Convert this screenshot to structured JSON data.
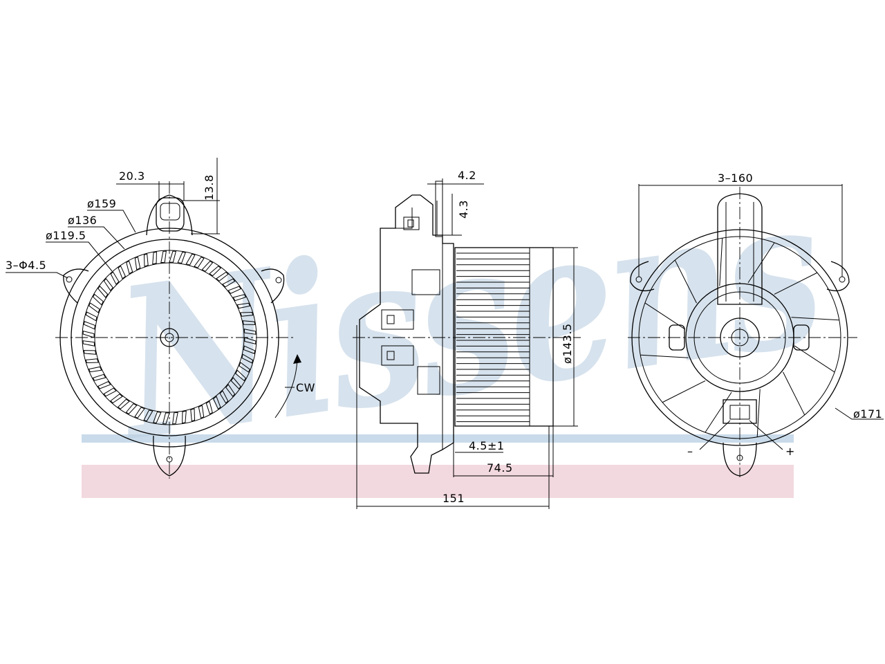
{
  "watermark": {
    "brand": "Nissens",
    "colors": {
      "text": "#bcd0e2",
      "blue_band": "#c9dbea",
      "red_band": "#f2d9df"
    }
  },
  "front_view": {
    "labels": {
      "top_width": "20.3",
      "top_height": "13.8",
      "dia_outer": "ø159",
      "dia_mid": "ø136",
      "dia_inner": "ø119.5",
      "holes": "3–Φ4.5",
      "rotation": "CW"
    }
  },
  "side_view": {
    "labels": {
      "top_offset": "4.2",
      "top_height": "4.3",
      "diameter": "ø143.5",
      "gap": "4.5±1",
      "wheel_width": "74.5",
      "overall_width": "151"
    }
  },
  "rear_view": {
    "labels": {
      "bolt_span": "3–160",
      "diameter": "ø171",
      "minus": "–",
      "plus": "+"
    }
  }
}
